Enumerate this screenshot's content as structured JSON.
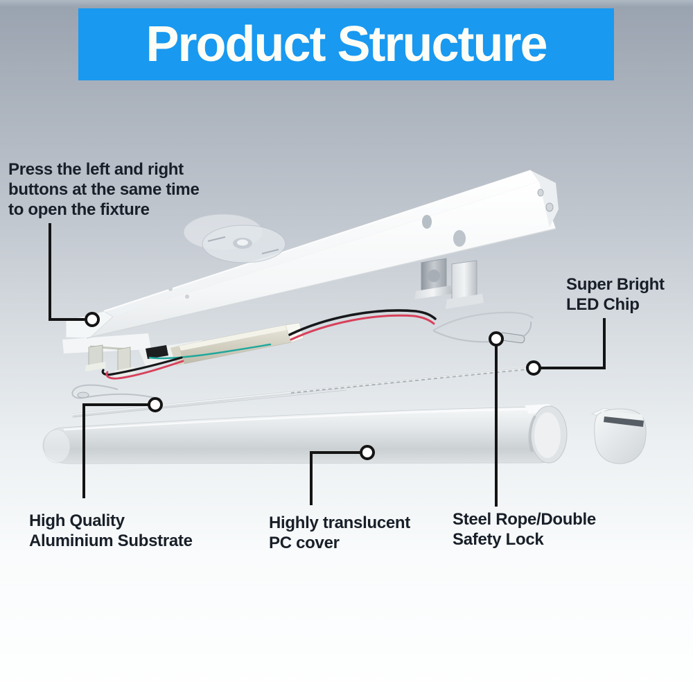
{
  "title": {
    "text": "Product Structure"
  },
  "callouts": {
    "open_fixture": {
      "label": "Press the left and right\nbuttons at the same time\nto open the fixture"
    },
    "led_chip": {
      "label": "Super Bright\nLED Chip"
    },
    "aluminium_substrate": {
      "label": "High Quality\nAluminium Substrate"
    },
    "pc_cover": {
      "label": "Highly translucent\nPC cover"
    },
    "steel_rope": {
      "label": "Steel Rope/Double\nSafety Lock"
    }
  },
  "colors": {
    "banner_bg": "#1999f0",
    "title_text": "#fcfdf6",
    "label_text": "#181f28",
    "leader_line": "#141414",
    "background_top": "#9aa3b0",
    "background_bottom": "#feffff"
  }
}
